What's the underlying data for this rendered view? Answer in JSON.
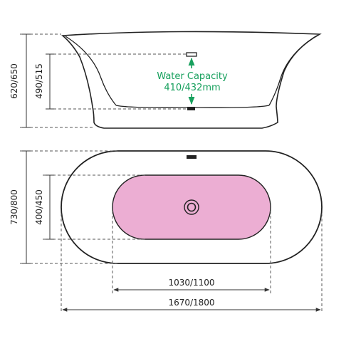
{
  "side_view": {
    "height_overall": "620/650",
    "height_inner": "490/515",
    "water_capacity_line1": "Water Capacity",
    "water_capacity_line2": "410/432mm"
  },
  "top_view": {
    "width_overall": "730/800",
    "width_inner": "400/450",
    "length_inner": "1030/1100",
    "length_overall": "1670/1800"
  },
  "colors": {
    "outline": "#222222",
    "basin_fill": "#ecaed3",
    "annotation_green": "#17a05d",
    "dimension_line": "#333333"
  }
}
